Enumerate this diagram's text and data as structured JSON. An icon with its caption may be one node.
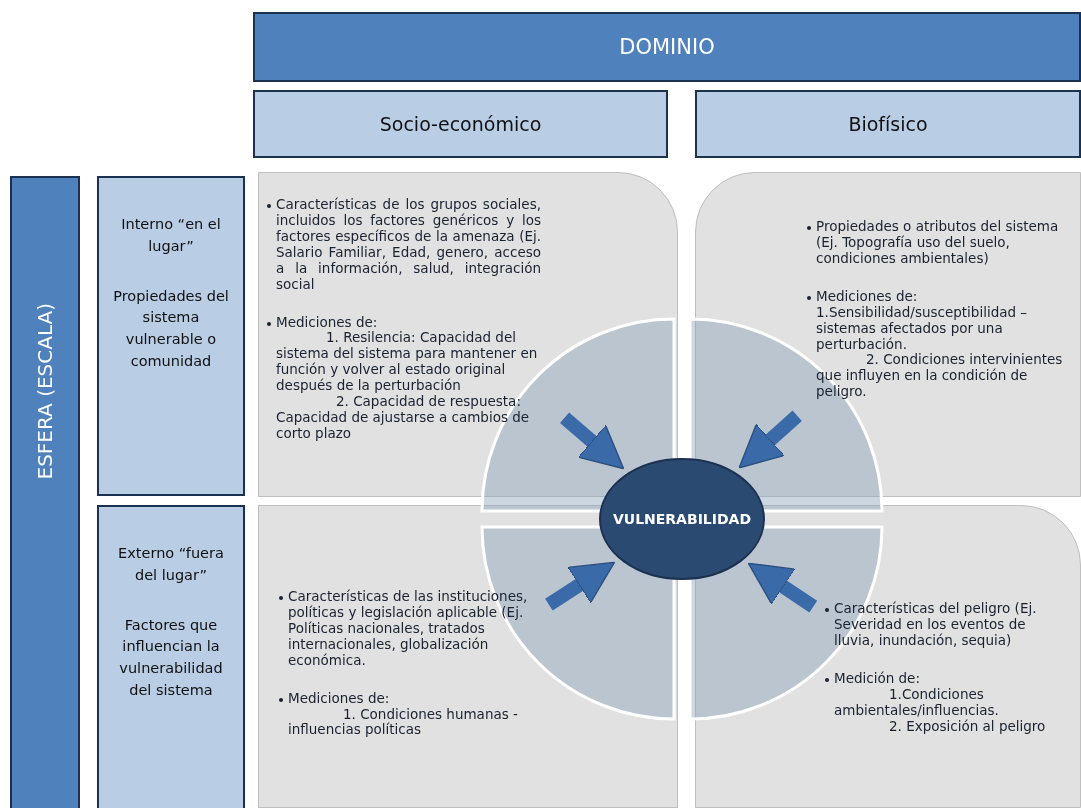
{
  "diagram": {
    "nodes": [
      {
        "text": [
          "DOMINIO"
        ]
      },
      {
        "text": [
          "Socio-económico"
        ]
      },
      {
        "text": [
          "Biofísico"
        ]
      },
      {
        "text": [
          "ESFERA (ESCALA)"
        ]
      },
      {
        "text": [
          "Interno “en el lugar”",
          "Propiedades del sistema vulnerable o comunidad"
        ]
      },
      {
        "text": [
          "Características de los grupos sociales, incluidos los factores genéricos y los factores específicos de la amenaza (Ej. Salario Familiar, Edad, genero, acceso a la información, salud, integración social",
          "Mediciones de:",
          "1. Resilencia: Capacidad del sistema del sistema para mantener en función y volver al estado original después de la perturbación",
          "2. Capacidad de respuesta: Capacidad de ajustarse a cambios de corto plazo"
        ]
      },
      {
        "text": [
          "Propiedades o atributos del sistema (Ej. Topografía uso del suelo, condiciones ambientales)",
          "Mediciones de:",
          "1.Sensibilidad/susceptibilidad – sistemas afectados por una perturbación.",
          "2. Condiciones intervinientes que influyen en la condición de peligro."
        ]
      },
      {
        "text": [
          "Externo “fuera del lugar”",
          "Factores que influencian la vulnerabilidad del sistema"
        ]
      },
      {
        "text": [
          "Características de las instituciones, políticas y legislación aplicable (Ej. Políticas nacionales, tratados internacionales, globalización económica.",
          "Mediciones de:",
          "1. Condiciones humanas - influencias políticas"
        ]
      },
      {
        "text": [
          "Características del peligro (Ej. Severidad en los eventos de lluvia, inundación, sequia)",
          "Medición de:",
          "1.Condiciones ambientales/influencias.",
          "2. Exposición al peligro"
        ]
      },
      {
        "text": [
          "VULNERABILIDAD"
        ]
      }
    ],
    "edges": [
      {
        "from": 5,
        "to": 10,
        "arrow": "to"
      },
      {
        "from": 6,
        "to": 10,
        "arrow": "to"
      },
      {
        "from": 8,
        "to": 10,
        "arrow": "to"
      },
      {
        "from": 9,
        "to": 10,
        "arrow": "to"
      }
    ]
  }
}
